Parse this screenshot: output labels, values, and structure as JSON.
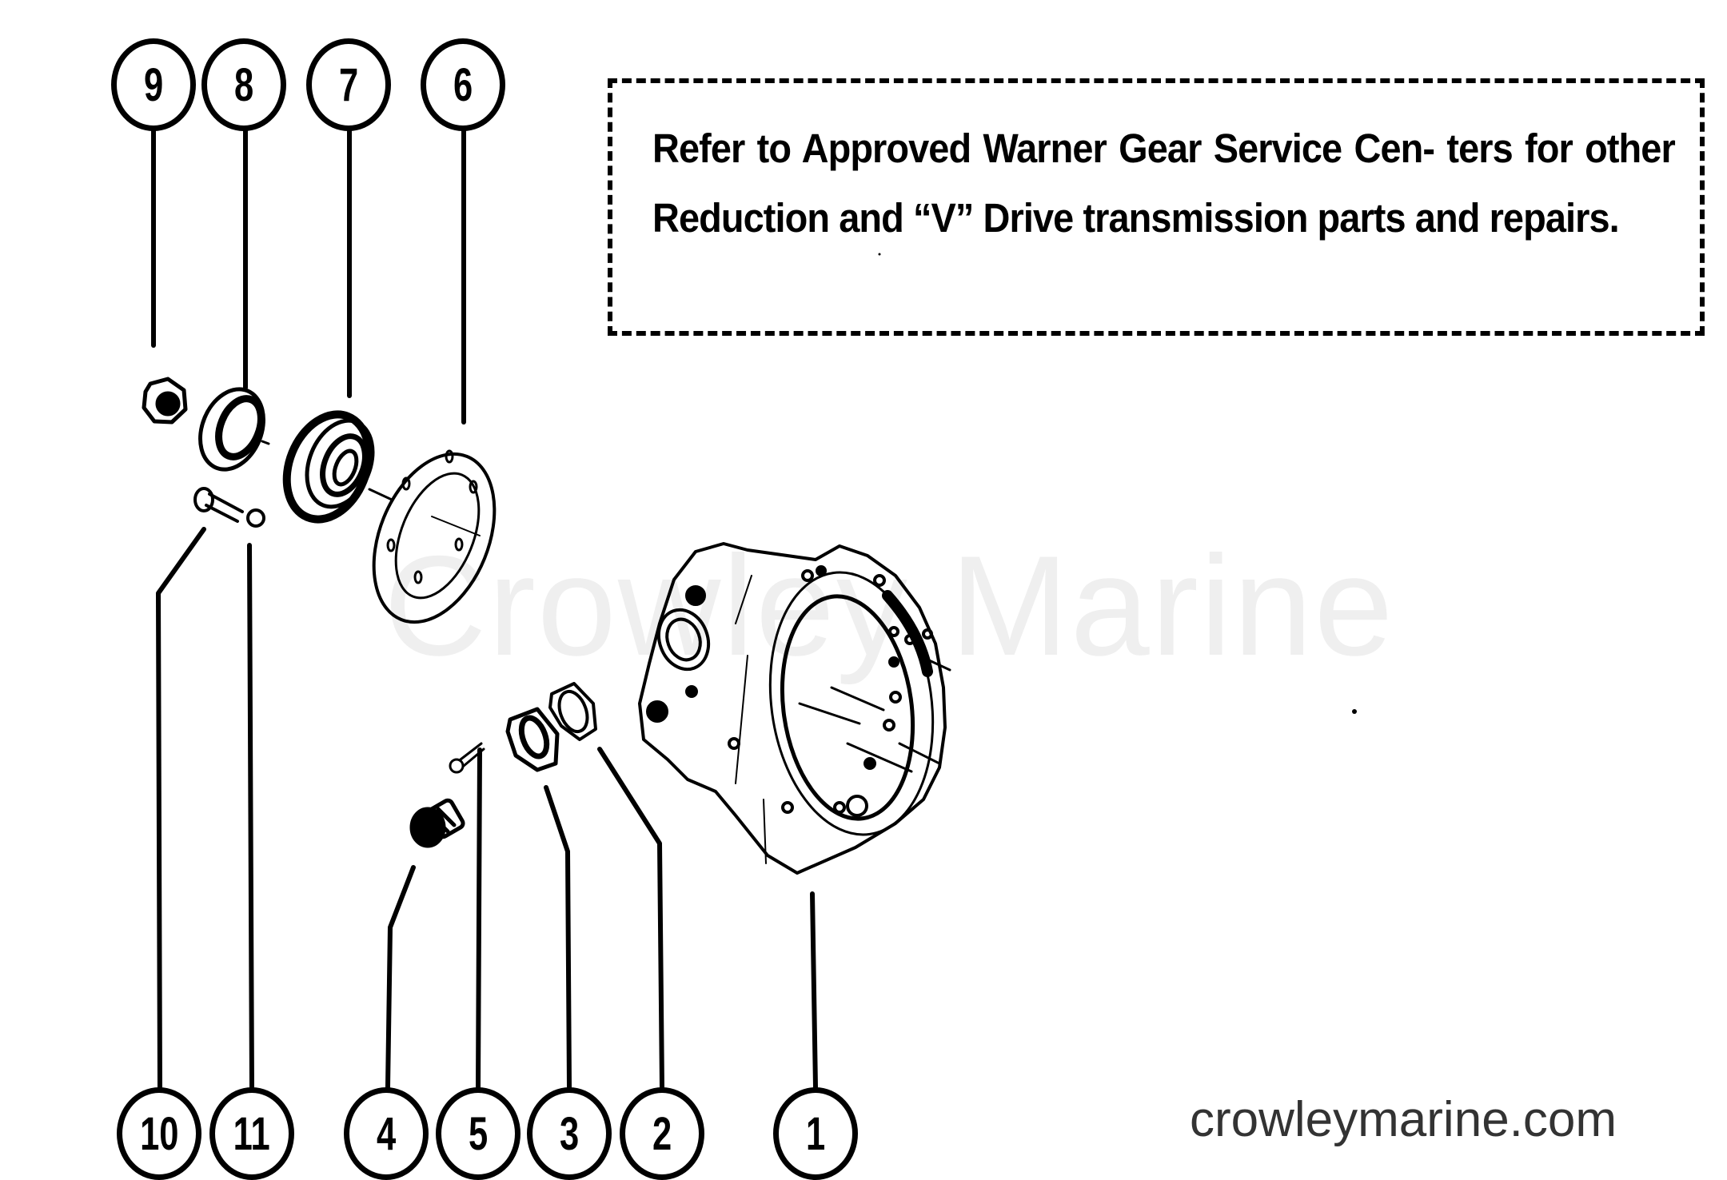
{
  "watermark": "Crowley Marine",
  "note": {
    "text": "Refer to Approved Warner Gear Service Cen- ters for other Reduction and “V” Drive transmission parts and repairs."
  },
  "callouts_top": [
    {
      "number": "9",
      "part": "nut"
    },
    {
      "number": "8",
      "part": "oil-seal"
    },
    {
      "number": "7",
      "part": "ball-bearing"
    },
    {
      "number": "6",
      "part": "gasket"
    }
  ],
  "callouts_bottom": [
    {
      "number": "10",
      "part": "bolt"
    },
    {
      "number": "11",
      "part": "lock-washer"
    },
    {
      "number": "4",
      "part": "drain-plug"
    },
    {
      "number": "5",
      "part": "screw"
    },
    {
      "number": "3",
      "part": "cover-plate"
    },
    {
      "number": "2",
      "part": "cover-gasket"
    },
    {
      "number": "1",
      "part": "transmission-housing"
    }
  ],
  "footer": {
    "site": "crowleymarine.com"
  },
  "colors": {
    "line": "#000000",
    "background": "#ffffff",
    "watermark": "#efefef",
    "footer": "#333333"
  }
}
